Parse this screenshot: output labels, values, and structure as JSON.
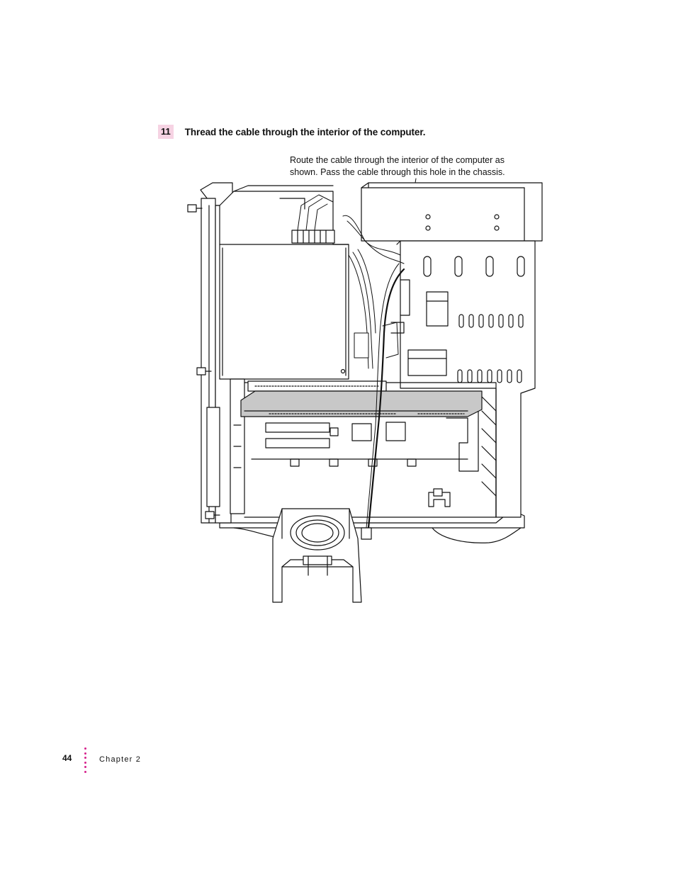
{
  "step": {
    "number": "11",
    "title": "Thread the cable through the interior of the computer."
  },
  "callout": {
    "line1": "Route the cable through the interior of the computer as",
    "line2": "shown. Pass the cable through this hole in the chassis."
  },
  "footer": {
    "page_number": "44",
    "chapter": "Chapter 2"
  },
  "colors": {
    "accent": "#d6228c",
    "step_highlight": "#f6d3e3",
    "card_fill": "#c8c8c8"
  }
}
